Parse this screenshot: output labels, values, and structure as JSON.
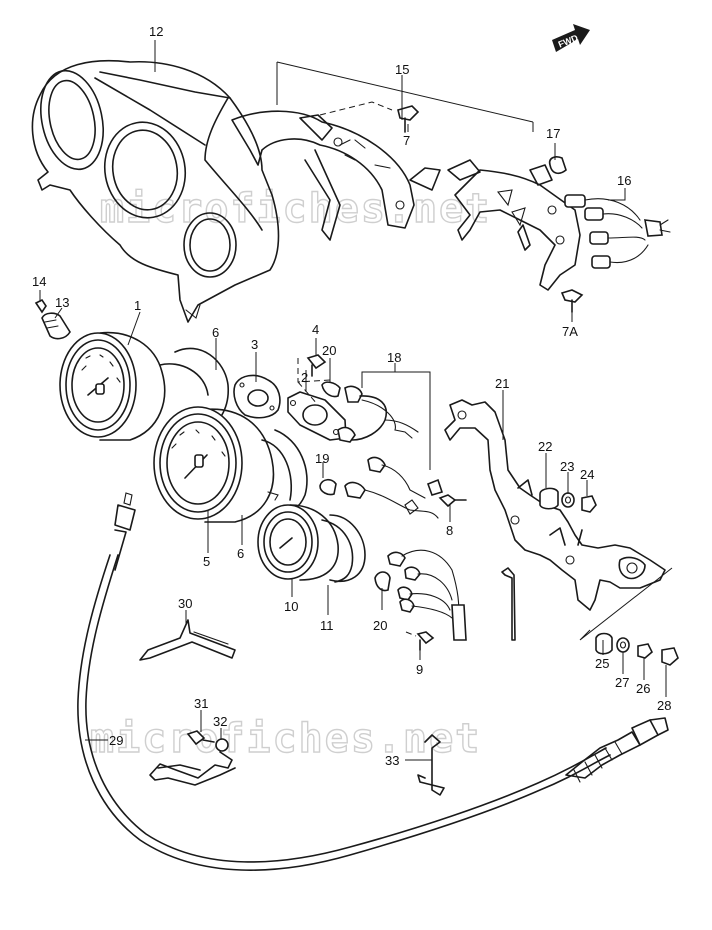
{
  "diagram": {
    "watermark": "microfiches.net",
    "fwd_label": "FWD",
    "callouts": [
      {
        "id": "c1",
        "text": "1"
      },
      {
        "id": "c2",
        "text": "2"
      },
      {
        "id": "c3",
        "text": "3"
      },
      {
        "id": "c4",
        "text": "4"
      },
      {
        "id": "c5",
        "text": "5"
      },
      {
        "id": "c6a",
        "text": "6"
      },
      {
        "id": "c6b",
        "text": "6"
      },
      {
        "id": "c7",
        "text": "7"
      },
      {
        "id": "c7a",
        "text": "7A"
      },
      {
        "id": "c8",
        "text": "8"
      },
      {
        "id": "c9",
        "text": "9"
      },
      {
        "id": "c10",
        "text": "10"
      },
      {
        "id": "c11",
        "text": "11"
      },
      {
        "id": "c12",
        "text": "12"
      },
      {
        "id": "c13",
        "text": "13"
      },
      {
        "id": "c14",
        "text": "14"
      },
      {
        "id": "c15",
        "text": "15"
      },
      {
        "id": "c16",
        "text": "16"
      },
      {
        "id": "c17",
        "text": "17"
      },
      {
        "id": "c18",
        "text": "18"
      },
      {
        "id": "c19",
        "text": "19"
      },
      {
        "id": "c20a",
        "text": "20"
      },
      {
        "id": "c20b",
        "text": "20"
      },
      {
        "id": "c21",
        "text": "21"
      },
      {
        "id": "c22",
        "text": "22"
      },
      {
        "id": "c23",
        "text": "23"
      },
      {
        "id": "c24",
        "text": "24"
      },
      {
        "id": "c25",
        "text": "25"
      },
      {
        "id": "c26",
        "text": "26"
      },
      {
        "id": "c27",
        "text": "27"
      },
      {
        "id": "c28",
        "text": "28"
      },
      {
        "id": "c29",
        "text": "29"
      },
      {
        "id": "c30",
        "text": "30"
      },
      {
        "id": "c31",
        "text": "31"
      },
      {
        "id": "c32",
        "text": "32"
      },
      {
        "id": "c33",
        "text": "33"
      }
    ]
  }
}
